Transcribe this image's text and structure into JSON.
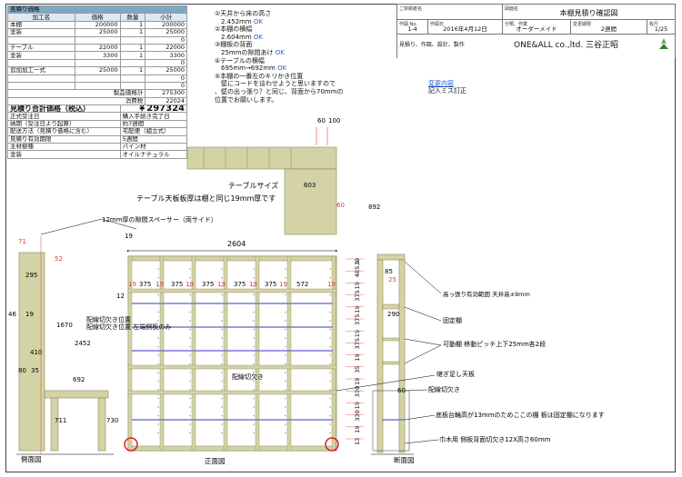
{
  "estimate": {
    "section_title": "見積り価格",
    "headers": [
      "加工名",
      "価格",
      "数量",
      "小計"
    ],
    "rows": [
      [
        "本棚",
        "200000",
        "1",
        "200000"
      ],
      [
        "塗装",
        "25000",
        "1",
        "25000"
      ],
      [
        "",
        "",
        "",
        "0"
      ],
      [
        "テーブル",
        "22000",
        "1",
        "22000"
      ],
      [
        "塗装",
        "3300",
        "1",
        "3300"
      ],
      [
        "",
        "",
        "",
        "0"
      ],
      [
        "追加加工一式",
        "25000",
        "1",
        "25000"
      ],
      [
        "",
        "",
        "",
        "0"
      ],
      [
        "",
        "",
        "",
        "0"
      ]
    ],
    "subtotal_label": "製品価格計",
    "subtotal": "275300",
    "tax_label": "消費税",
    "tax": "22024",
    "total_label": "見積り合計価格（税込）",
    "total": "￥297324",
    "info": [
      [
        "正式受注日",
        "購入手続き完了日"
      ],
      [
        "納期（受注日より起算）",
        "約7週間"
      ],
      [
        "配送方法（見積り価格に含む）",
        "宅配便（組立式）"
      ],
      [
        "見積り有効期限",
        "5週間"
      ],
      [
        "主材樹種",
        "パイン材"
      ],
      [
        "塗装",
        "オイルナチュラル"
      ]
    ]
  },
  "notes": [
    {
      "text": "①天井から床の高さ"
    },
    {
      "text": "　2.452mm",
      "ok": "OK"
    },
    {
      "text": "②本棚の横幅"
    },
    {
      "text": "　2.604mm",
      "ok": "OK"
    },
    {
      "text": "③棚板の背面"
    },
    {
      "text": "　25mmの隙間あけ",
      "ok": "OK"
    },
    {
      "text": "④テーブルの横幅"
    },
    {
      "text": "　695mm→692mm",
      "ok": "OK"
    },
    {
      "text": "⑤本棚の一番左のキリかき位置"
    },
    {
      "text": "　壁にコードを這わせようと思いますので"
    },
    {
      "text": "、壁の出っ張り？と同じ、背面から70mmの"
    },
    {
      "text": "位置でお願いします。"
    }
  ],
  "title_block": {
    "client_label": "ご依頼者名",
    "figure_label": "図面名",
    "figure_name": "本棚見積り確認図",
    "drawing_no_label": "作図 No.",
    "drawing_no": "1-4",
    "date_label": "作図日",
    "date": "2016年4月12日",
    "category_label": "分類、作業",
    "category": "オーダーメイド",
    "deadline_label": "変更期限",
    "deadline": "2週間",
    "sheet_label": "枚尺",
    "sheet": "1/25",
    "footer": "見積り、作図、設計、製作",
    "company": "ONE&ALL co.,ltd. 三谷正昭"
  },
  "change_log": {
    "heading": "変更内容",
    "entry": "記入ミス訂正"
  },
  "drawing": {
    "table_size_caption": "テーブルサイズ",
    "table_top_note": "テーブル天板板厚は棚と同じ19mm厚です",
    "spacer_note": "12mm厚の隙間スペーサー（両サイド）",
    "wiring_note": "配線切欠き位置 左端側板のみ",
    "wiring_cut": "配線切欠き",
    "wiring_cut_side": "配線切欠き",
    "ceiling_note": "高っ張り有効範囲 天井高±9mm",
    "fixed_shelf": "固定棚",
    "movable_note": "可動棚 移動ピッチ上下25mm各2段",
    "extra_shelf": "継ぎ足し天板",
    "baseboard_note": "底板台輪高が13mmのためここの棚 板は固定棚になります",
    "skirting_note": "巾木用 側板背面切欠き12X高さ60mm",
    "side_view": "側面図",
    "front_view": "正面図",
    "section_view": "断面図",
    "dims": {
      "width": "2604",
      "height": "2452",
      "top_thk": "19",
      "left_gap": "12",
      "col_widths": [
        "19",
        "375",
        "19",
        "375",
        "19",
        "375",
        "19",
        "375",
        "19",
        "375",
        "19",
        "572",
        "19"
      ],
      "d71": "71",
      "d52": "52",
      "d295": "295",
      "d46": "46",
      "d19": "19",
      "d1670": "1670",
      "d410": "410",
      "d80": "80",
      "d35": "35",
      "d692": "692",
      "d711": "711",
      "d730": "730",
      "d60": "60",
      "d100": "100",
      "d603": "603",
      "d892": "892",
      "d85": "85",
      "d25": "25",
      "d290": "290",
      "right_dims": [
        "19",
        "485.5",
        "19",
        "375",
        "19",
        "375",
        "19",
        "375",
        "19",
        "35",
        "19",
        "330",
        "19",
        "330",
        "19",
        "13"
      ]
    }
  },
  "colors": {
    "wood": "#d3d3a6",
    "wood_dark": "#8a8a57",
    "shelf": "#7a7ad6",
    "dim_red": "#e04040",
    "accent": "#1d56c9"
  }
}
